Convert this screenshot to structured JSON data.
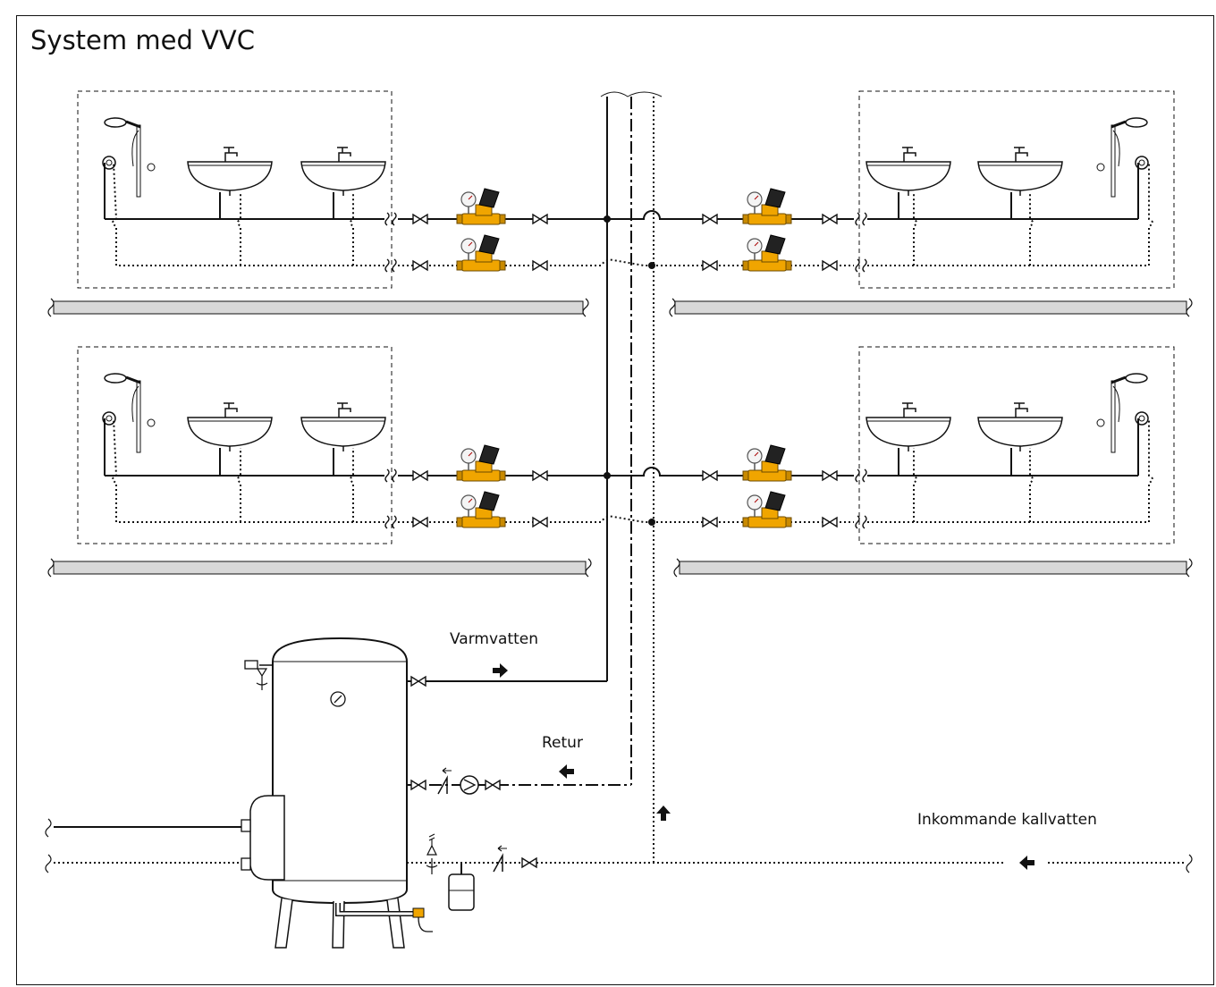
{
  "title": "System med VVC",
  "labels": {
    "hot": "Varmvatten",
    "return": "Retur",
    "cold": "Inkommande kallvatten"
  },
  "colors": {
    "line": "#111111",
    "floor_fill": "#d8d8d8",
    "valve_body": "#f0a500",
    "valve_head": "#222222"
  },
  "icons": [
    "shower-icon",
    "washbasin-icon",
    "balancing-valve-icon",
    "shutoff-valve-icon",
    "circulation-pump-icon",
    "check-valve-icon",
    "safety-valve-icon",
    "expansion-vessel-icon",
    "thermometer-icon",
    "flow-arrow-icon",
    "water-heater-icon"
  ]
}
